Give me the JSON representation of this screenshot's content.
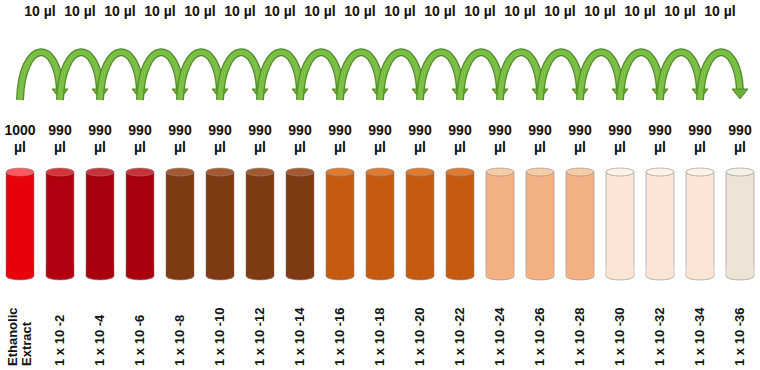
{
  "diagram": {
    "nodes": [
      {
        "text": [
          "1000 µl",
          "Ethanolic Extract"
        ]
      },
      {
        "text": [
          "990 µl",
          "1 x 10 -2"
        ]
      },
      {
        "text": [
          "990 µl",
          "1 x 10 -4"
        ]
      },
      {
        "text": [
          "990 µl",
          "1 x 10 -6"
        ]
      },
      {
        "text": [
          "990 µl",
          "1 x 10 -8"
        ]
      },
      {
        "text": [
          "990 µl",
          "1 x 10 -10"
        ]
      },
      {
        "text": [
          "990 µl",
          "1 x 10 -12"
        ]
      },
      {
        "text": [
          "990 µl",
          "1 x 10 -14"
        ]
      },
      {
        "text": [
          "990 µl",
          "1 x 10 -16"
        ]
      },
      {
        "text": [
          "990 µl",
          "1 x 10 -18"
        ]
      },
      {
        "text": [
          "990 µl",
          "1 x 10 -20"
        ]
      },
      {
        "text": [
          "990 µl",
          "1 x 10 -22"
        ]
      },
      {
        "text": [
          "990 µl",
          "1 x 10 -24"
        ]
      },
      {
        "text": [
          "990 µl",
          "1 x 10 -26"
        ]
      },
      {
        "text": [
          "990 µl",
          "1 x 10 -28"
        ]
      },
      {
        "text": [
          "990 µl",
          "1 x 10 -30"
        ]
      },
      {
        "text": [
          "990 µl",
          "1 x 10 -32"
        ]
      },
      {
        "text": [
          "990 µl",
          "1 x 10 -34"
        ]
      },
      {
        "text": [
          "990 µl",
          "1 x 10 -36"
        ]
      }
    ],
    "edges": [
      {
        "from": 0,
        "to": 1,
        "label": "10 µl",
        "arrow": "to"
      },
      {
        "from": 1,
        "to": 2,
        "label": "10 µl",
        "arrow": "to"
      },
      {
        "from": 2,
        "to": 3,
        "label": "10 µl",
        "arrow": "to"
      },
      {
        "from": 3,
        "to": 4,
        "label": "10 µl",
        "arrow": "to"
      },
      {
        "from": 4,
        "to": 5,
        "label": "10 µl",
        "arrow": "to"
      },
      {
        "from": 5,
        "to": 6,
        "label": "10 µl",
        "arrow": "to"
      },
      {
        "from": 6,
        "to": 7,
        "label": "10 µl",
        "arrow": "to"
      },
      {
        "from": 7,
        "to": 8,
        "label": "10 µl",
        "arrow": "to"
      },
      {
        "from": 8,
        "to": 9,
        "label": "10 µl",
        "arrow": "to"
      },
      {
        "from": 9,
        "to": 10,
        "label": "10 µl",
        "arrow": "to"
      },
      {
        "from": 10,
        "to": 11,
        "label": "10 µl",
        "arrow": "to"
      },
      {
        "from": 11,
        "to": 12,
        "label": "10 µl",
        "arrow": "to"
      },
      {
        "from": 12,
        "to": 13,
        "label": "10 µl",
        "arrow": "to"
      },
      {
        "from": 13,
        "to": 14,
        "label": "10 µl",
        "arrow": "to"
      },
      {
        "from": 14,
        "to": 15,
        "label": "10 µl",
        "arrow": "to"
      },
      {
        "from": 15,
        "to": 16,
        "label": "10 µl",
        "arrow": "to"
      },
      {
        "from": 16,
        "to": 17,
        "label": "10 µl",
        "arrow": "to"
      },
      {
        "from": 17,
        "to": 18,
        "label": "10 µl",
        "arrow": "to"
      }
    ]
  }
}
